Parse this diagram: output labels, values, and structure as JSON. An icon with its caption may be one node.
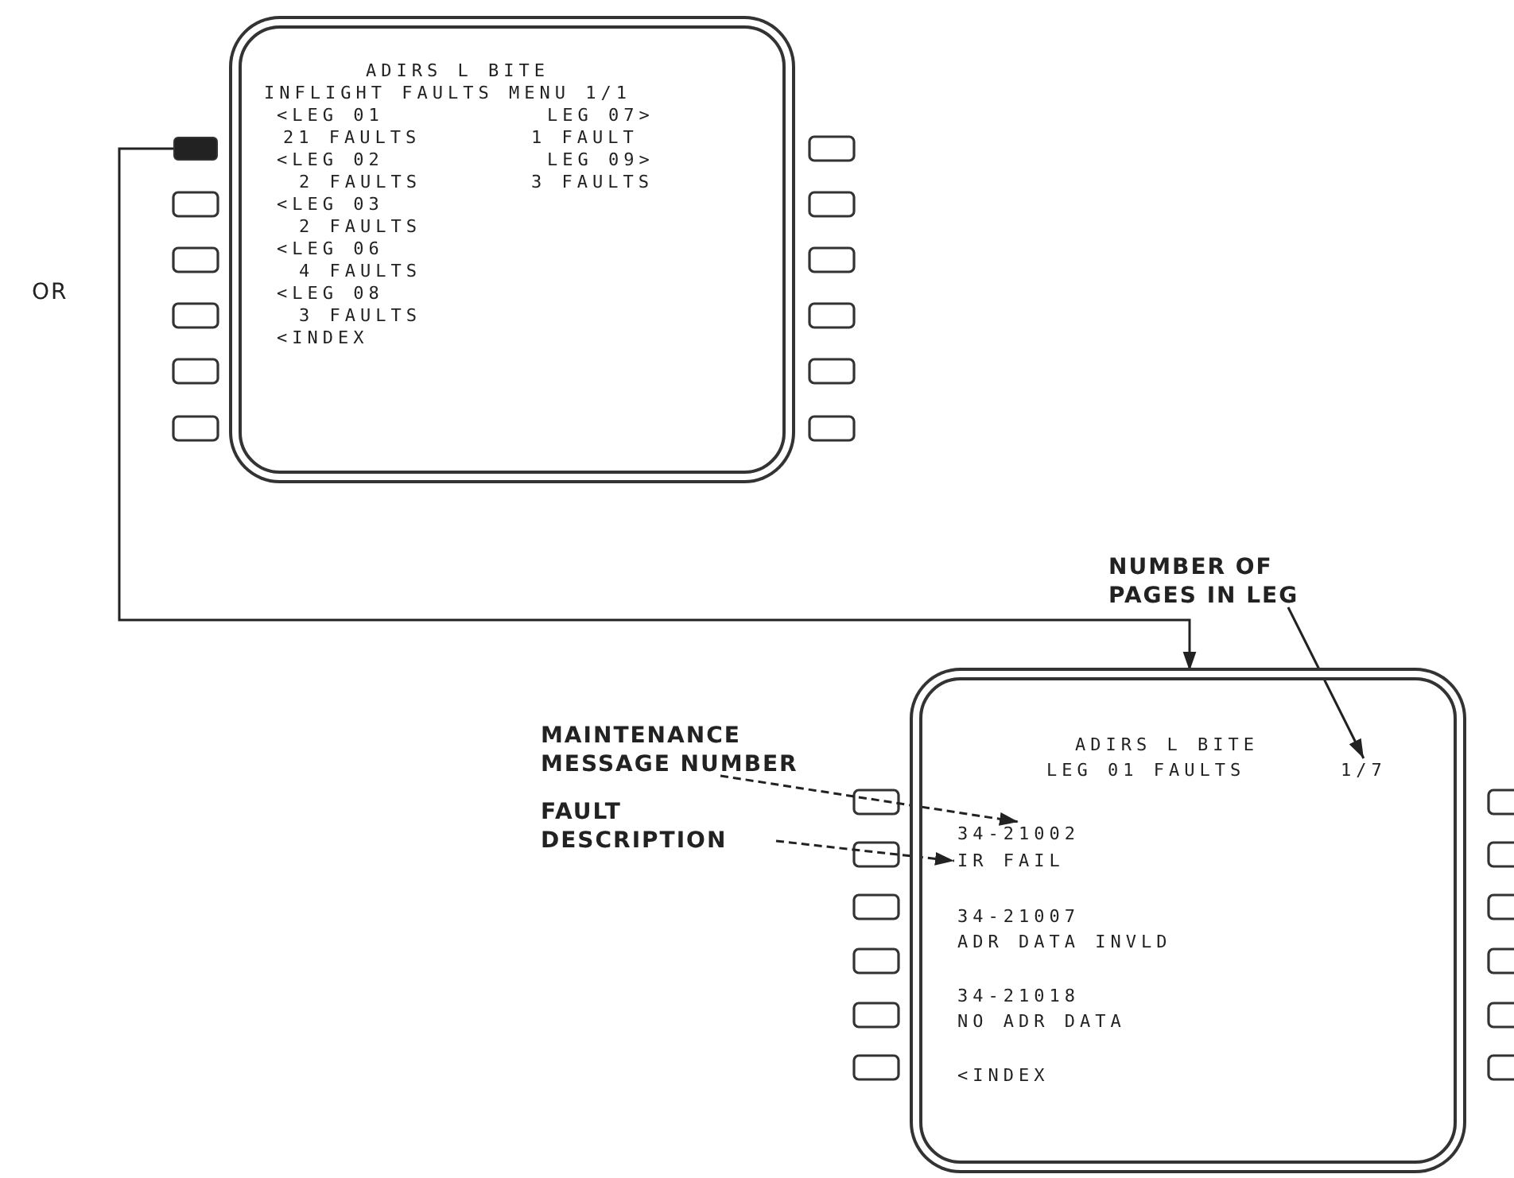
{
  "diagram": {
    "nodes": [
      {
        "text": [
          "ADIRS L BITE",
          "INFLIGHT FAULTS MENU 1/1",
          "<LEG 01",
          "LEG 07>",
          "21 FAULTS",
          "1 FAULT",
          "<LEG 02",
          "LEG 09>",
          "2 FAULTS",
          "3 FAULTS",
          "<LEG 03",
          "2 FAULTS",
          "<LEG 06",
          "4 FAULTS",
          "<LEG 08",
          "3 FAULTS",
          "<INDEX"
        ]
      },
      {
        "text": [],
        "shape": "box"
      },
      {
        "text": [
          "ADIRS L BITE",
          "LEG 01 FAULTS",
          "34-21007",
          "ADR DATA INVLD",
          "34-21018",
          "NO ADR DATA",
          "<INDEX"
        ]
      },
      {
        "text": [
          "1/7"
        ],
        "in": 2
      },
      {
        "text": [
          "34-21002"
        ],
        "in": 2
      },
      {
        "text": [
          "IR FAIL"
        ],
        "in": 2
      },
      {
        "text": [
          "NUMBER OF PAGES IN LEG"
        ]
      },
      {
        "text": [
          "MAINTENANCE MESSAGE NUMBER"
        ]
      },
      {
        "text": [
          "FAULT DESCRIPTION"
        ]
      }
    ],
    "edges": [
      {
        "from": 1,
        "to": 2,
        "arrow": "to"
      },
      {
        "from": 6,
        "to": 3,
        "arrow": "to"
      },
      {
        "from": 7,
        "to": 4,
        "arrow": "to",
        "style": "dashed"
      },
      {
        "from": 8,
        "to": 5,
        "arrow": "to",
        "style": "dashed"
      }
    ],
    "labels": [
      "OR"
    ]
  }
}
